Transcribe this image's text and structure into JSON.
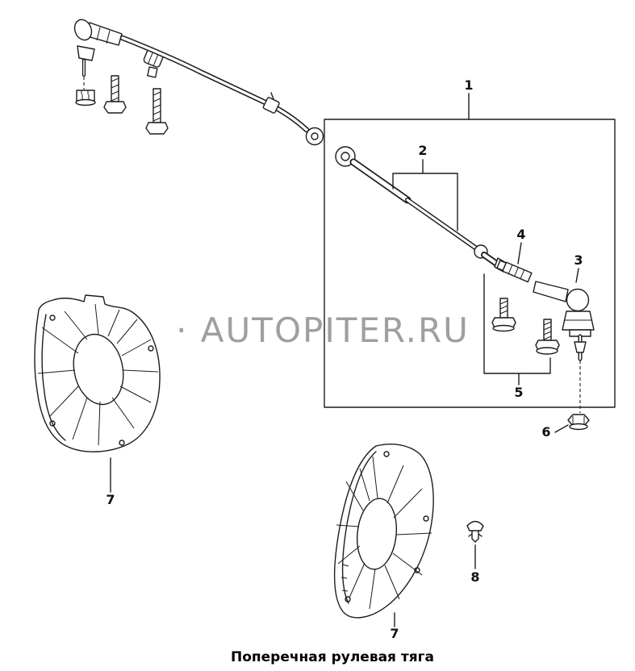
{
  "diagram": {
    "caption": "Поперечная рулевая тяга",
    "watermark": "· AUTOPITER.RU",
    "labels": {
      "l1": "1",
      "l2": "2",
      "l3": "3",
      "l4": "4",
      "l5": "5",
      "l6": "6",
      "l7a": "7",
      "l7b": "7",
      "l8": "8"
    },
    "colors": {
      "line": "#1c1c1c",
      "watermark": "#8b8b8b",
      "background": "#ffffff"
    }
  }
}
